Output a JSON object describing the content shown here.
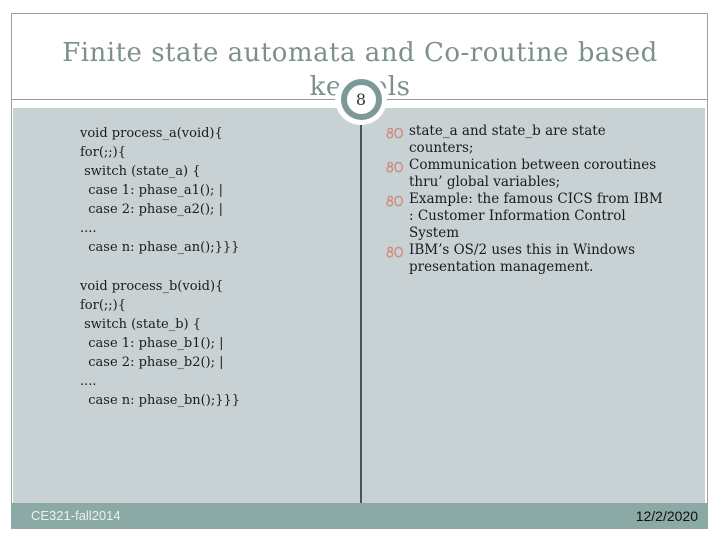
{
  "header": {
    "title": "Finite state automata and Co-routine based kernels",
    "page_number": "8"
  },
  "content": {
    "code_block_a": "void process_a(void){\nfor(;;){\n switch (state_a) {\n  case 1: phase_a1(); |\n  case 2: phase_a2(); |\n....\n  case n: phase_an();}}}",
    "code_block_b": "void process_b(void){\nfor(;;){\n switch (state_b) {\n  case 1: phase_b1(); |\n  case 2: phase_b2(); |\n....\n  case n: phase_bn();}}}",
    "bullets": [
      "state_a and state_b are state\ncounters;",
      "Communication between coroutines\nthru’ global variables;",
      "Example: the famous CICS from IBM\n: Customer Information Control\nSystem",
      "IBM’s OS/2 uses this in Windows\npresentation management."
    ]
  },
  "footer": {
    "left": "CE321-fall2014",
    "right": "12/2/2020"
  },
  "icons": {
    "bullet": "double-loop-bullet-icon"
  },
  "colors": {
    "title_text": "#7c918e",
    "content_background": "#c8d1d4",
    "footer_band": "#8ba9a5",
    "badge_ring": "#7d9996",
    "column_divider": "#47555f",
    "bullet_glyph": "#d08a7a",
    "frame_border": "#9aa3a2",
    "body_text": "#1b1b1b"
  }
}
